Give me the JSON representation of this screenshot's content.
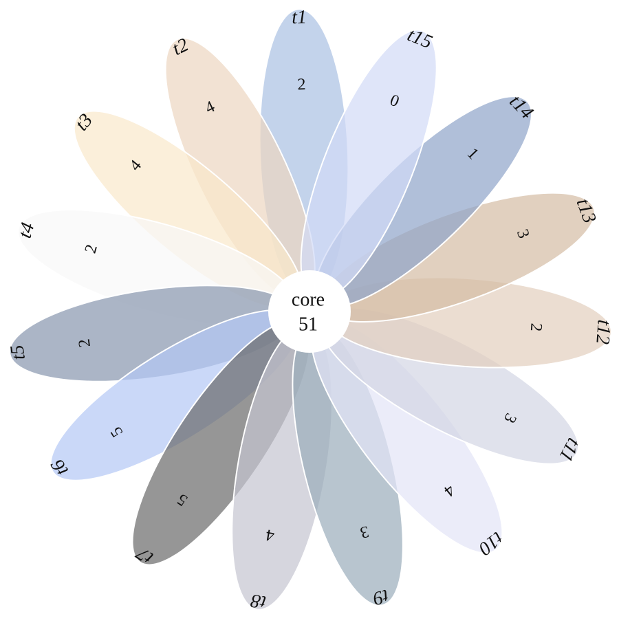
{
  "core": {
    "label": "core",
    "value": "51"
  },
  "petals": [
    {
      "name": "t1",
      "count": "2",
      "color": "#a9c0e3"
    },
    {
      "name": "t2",
      "count": "4",
      "color": "#ecd6c1"
    },
    {
      "name": "t3",
      "count": "4",
      "color": "#f9e8cb"
    },
    {
      "name": "t4",
      "count": "2",
      "color": "#f8f8f8"
    },
    {
      "name": "t5",
      "count": "2",
      "color": "#8796ae"
    },
    {
      "name": "t6",
      "count": "5",
      "color": "#b3c7f5"
    },
    {
      "name": "t7",
      "count": "5",
      "color": "#6a6a6a"
    },
    {
      "name": "t8",
      "count": "4",
      "color": "#c4c4d0"
    },
    {
      "name": "t9",
      "count": "3",
      "color": "#9aacbb"
    },
    {
      "name": "t10",
      "count": "4",
      "color": "#e3e4f7"
    },
    {
      "name": "t11",
      "count": "3",
      "color": "#d3d6e4"
    },
    {
      "name": "t12",
      "count": "2",
      "color": "#e2cfbd"
    },
    {
      "name": "t13",
      "count": "3",
      "color": "#d4bca4"
    },
    {
      "name": "t14",
      "count": "1",
      "color": "#8ea4c9"
    },
    {
      "name": "t15",
      "count": "0",
      "color": "#d2daf6"
    }
  ]
}
